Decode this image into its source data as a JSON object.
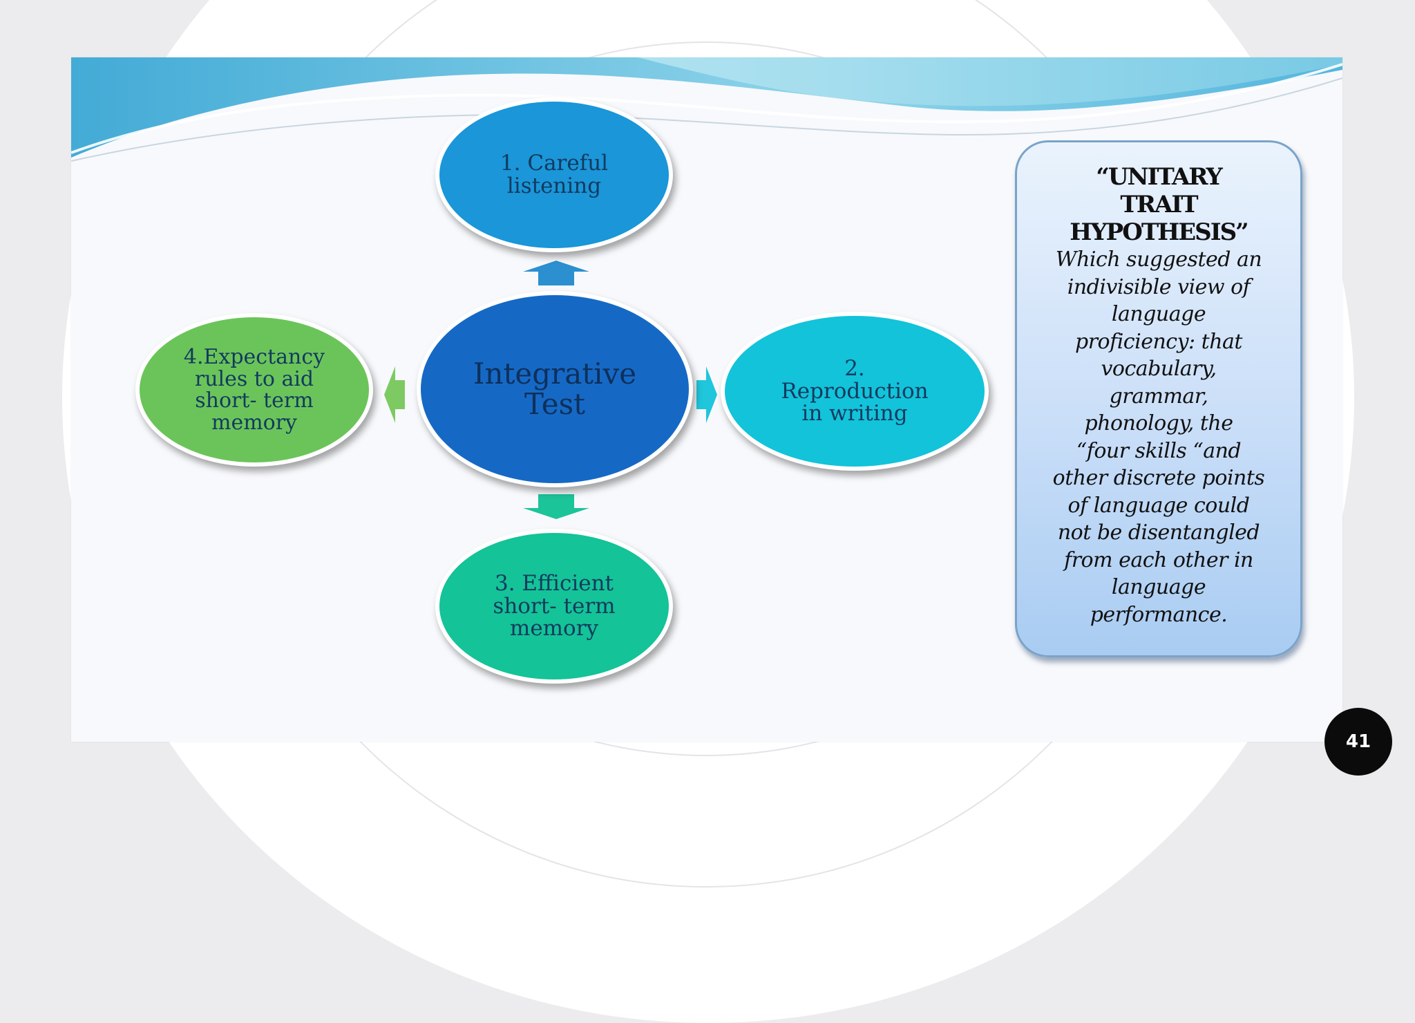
{
  "diagram": {
    "center": {
      "label_line1": "Integrative",
      "label_line2": "Test",
      "color": "#1569c4"
    },
    "top": {
      "label_line1": "1. Careful",
      "label_line2": "listening",
      "color": "#1a96d9"
    },
    "right": {
      "label_line1": "2.",
      "label_line2": "Reproduction",
      "label_line3": "in writing",
      "color": "#12c3da"
    },
    "bottom": {
      "label_line1": "3. Efficient",
      "label_line2": "short- term",
      "label_line3": "memory",
      "color": "#14c397"
    },
    "left": {
      "label_line1": "4.Expectancy",
      "label_line2": "rules to aid",
      "label_line3": "short- term",
      "label_line4": "memory",
      "color": "#6bc45a"
    }
  },
  "note": {
    "title_line1": "“UNITARY",
    "title_line2": "TRAIT",
    "title_line3": "HYPOTHESIS”",
    "body_lines": [
      "Which suggested an",
      "indivisible view of",
      "language",
      "proficiency: that",
      "vocabulary,",
      "grammar,",
      "phonology, the",
      "“four skills “and",
      "other discrete points",
      "of language could",
      "not be disentangled",
      "from each other in",
      "language",
      "performance."
    ]
  },
  "page_number": "41",
  "colors": {
    "wave_dark": "#3fa9d2",
    "wave_light": "#9fdcec",
    "arrow_blue": "#2b8fd0",
    "arrow_cyan": "#1fc6dc",
    "arrow_green": "#1cc49a",
    "arrow_lime": "#7dca62"
  }
}
